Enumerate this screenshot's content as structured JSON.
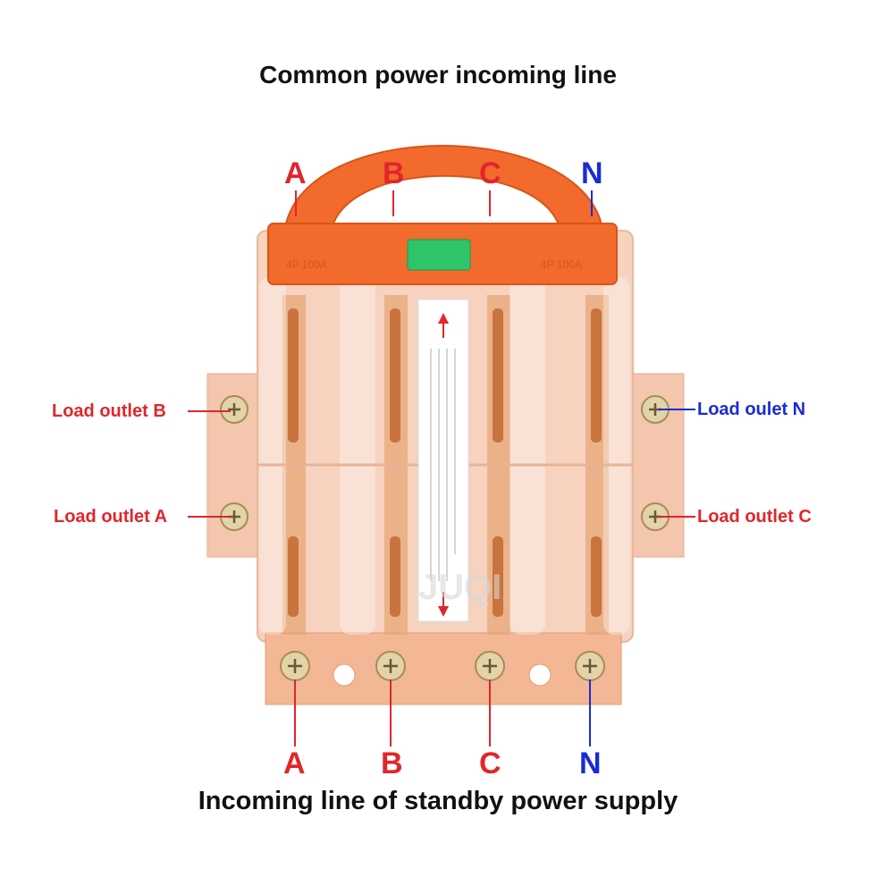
{
  "titles": {
    "top": "Common power incoming line",
    "bottom": "Incoming line of standby power supply"
  },
  "top_phases": [
    {
      "label": "A",
      "color": "#e0262b"
    },
    {
      "label": "B",
      "color": "#e0262b"
    },
    {
      "label": "C",
      "color": "#e0262b"
    },
    {
      "label": "N",
      "color": "#1a2bd6"
    }
  ],
  "bottom_phases": [
    {
      "label": "A",
      "color": "#e0262b"
    },
    {
      "label": "B",
      "color": "#e0262b"
    },
    {
      "label": "C",
      "color": "#e0262b"
    },
    {
      "label": "N",
      "color": "#1a2bd6"
    }
  ],
  "side_labels": {
    "left_top": "Load outlet B",
    "left_bottom": "Load outlet A",
    "right_top": "Load oulet N",
    "right_bottom": "Load outlet C"
  },
  "device": {
    "rating_left": "4P 100A",
    "rating_right": "4P 100A",
    "watermark": "JUQI"
  },
  "colors": {
    "red": "#e0262b",
    "blue": "#1a2bd6",
    "handle": "#f26a2c",
    "body": "#f6d2bf",
    "copper": "#d98a4e",
    "indicator": "#2ec46a"
  }
}
